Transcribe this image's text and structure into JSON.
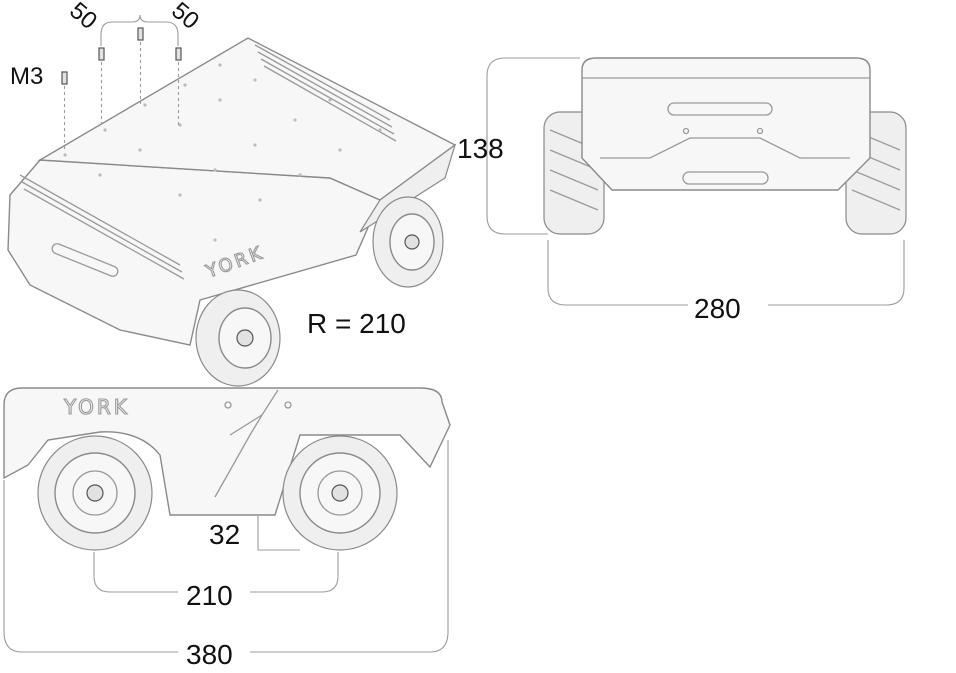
{
  "labels": {
    "screw": "M3",
    "spacing_a": "50",
    "spacing_b": "50",
    "height": "138",
    "width": "280",
    "turn_radius": "R = 210",
    "ground_clearance": "32",
    "wheelbase": "210",
    "length": "380"
  },
  "logo": {
    "text": "YORK"
  }
}
